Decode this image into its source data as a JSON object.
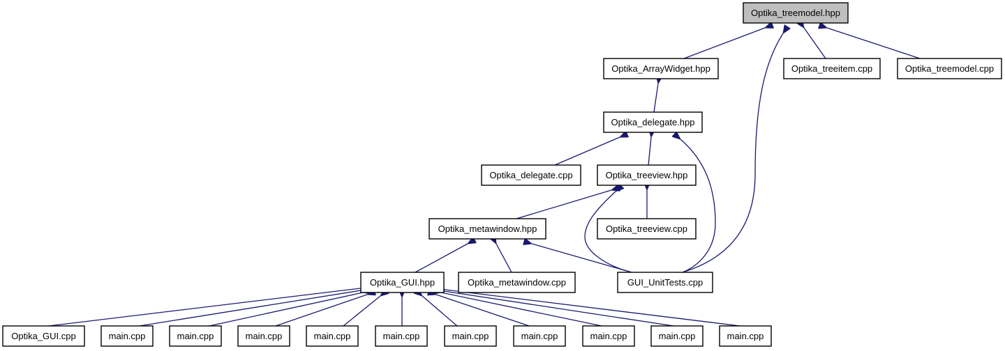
{
  "graph": {
    "title": "Optika_treemodel.hpp",
    "colors": {
      "edge": "#191970",
      "root_fill": "#bfbfbf",
      "node_fill": "#ffffff",
      "node_border": "#000000"
    },
    "nodes": [
      {
        "id": "n0",
        "label": "Optika_treemodel.hpp",
        "root": true
      },
      {
        "id": "n1",
        "label": "Optika_ArrayWidget.hpp"
      },
      {
        "id": "n2",
        "label": "Optika_treeitem.cpp"
      },
      {
        "id": "n3",
        "label": "Optika_treemodel.cpp"
      },
      {
        "id": "n4",
        "label": "Optika_delegate.hpp"
      },
      {
        "id": "n5",
        "label": "Optika_delegate.cpp"
      },
      {
        "id": "n6",
        "label": "Optika_treeview.hpp"
      },
      {
        "id": "n7",
        "label": "Optika_metawindow.hpp"
      },
      {
        "id": "n8",
        "label": "Optika_treeview.cpp"
      },
      {
        "id": "n9",
        "label": "Optika_GUI.hpp"
      },
      {
        "id": "n10",
        "label": "Optika_metawindow.cpp"
      },
      {
        "id": "n11",
        "label": "GUI_UnitTests.cpp"
      },
      {
        "id": "n12",
        "label": "Optika_GUI.cpp"
      },
      {
        "id": "n13",
        "label": "main.cpp"
      },
      {
        "id": "n14",
        "label": "main.cpp"
      },
      {
        "id": "n15",
        "label": "main.cpp"
      },
      {
        "id": "n16",
        "label": "main.cpp"
      },
      {
        "id": "n17",
        "label": "main.cpp"
      },
      {
        "id": "n18",
        "label": "main.cpp"
      },
      {
        "id": "n19",
        "label": "main.cpp"
      },
      {
        "id": "n20",
        "label": "main.cpp"
      },
      {
        "id": "n21",
        "label": "main.cpp"
      },
      {
        "id": "n22",
        "label": "main.cpp"
      }
    ],
    "edges": [
      {
        "from": "n0",
        "to": "n1"
      },
      {
        "from": "n0",
        "to": "n2"
      },
      {
        "from": "n0",
        "to": "n3"
      },
      {
        "from": "n0",
        "to": "n11"
      },
      {
        "from": "n1",
        "to": "n4"
      },
      {
        "from": "n4",
        "to": "n5"
      },
      {
        "from": "n4",
        "to": "n6"
      },
      {
        "from": "n4",
        "to": "n11"
      },
      {
        "from": "n6",
        "to": "n7"
      },
      {
        "from": "n6",
        "to": "n8"
      },
      {
        "from": "n6",
        "to": "n11"
      },
      {
        "from": "n7",
        "to": "n9"
      },
      {
        "from": "n7",
        "to": "n10"
      },
      {
        "from": "n7",
        "to": "n11"
      },
      {
        "from": "n9",
        "to": "n12"
      },
      {
        "from": "n9",
        "to": "n13"
      },
      {
        "from": "n9",
        "to": "n14"
      },
      {
        "from": "n9",
        "to": "n15"
      },
      {
        "from": "n9",
        "to": "n16"
      },
      {
        "from": "n9",
        "to": "n17"
      },
      {
        "from": "n9",
        "to": "n18"
      },
      {
        "from": "n9",
        "to": "n19"
      },
      {
        "from": "n9",
        "to": "n20"
      },
      {
        "from": "n9",
        "to": "n21"
      },
      {
        "from": "n9",
        "to": "n22"
      }
    ]
  }
}
